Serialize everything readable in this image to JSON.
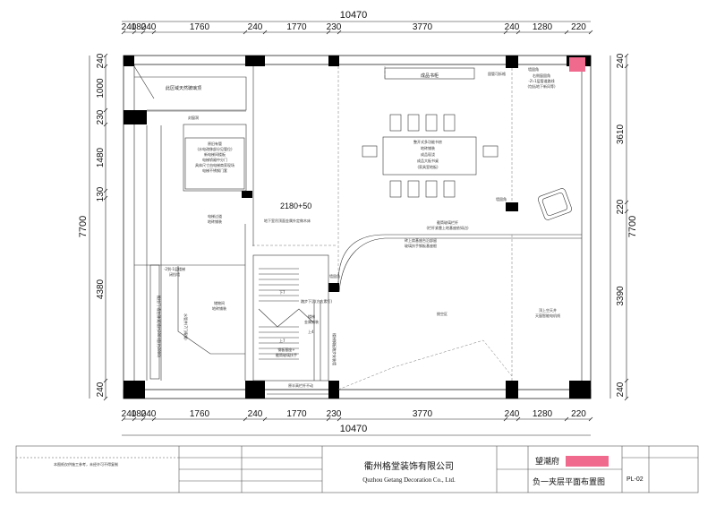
{
  "dimensions": {
    "top_total": "10470",
    "bottom_total": "10470",
    "top_segments": [
      "240",
      "180",
      "240",
      "1760",
      "240",
      "1770",
      "230",
      "3770",
      "240",
      "1280",
      "220"
    ],
    "bottom_segments": [
      "240",
      "180",
      "240",
      "1760",
      "240",
      "1770",
      "230",
      "3770",
      "240",
      "1280",
      "220"
    ],
    "left_total": "7700",
    "left_segments": [
      "240",
      "1000",
      "230",
      "1480",
      "130",
      "4380",
      "240"
    ],
    "right_total": "7700",
    "right_segments": [
      "240",
      "3610",
      "220",
      "3390",
      "240"
    ]
  },
  "labels": {
    "top_left_room": "此区域天然玻璃顶",
    "top_center": "成品书柜",
    "top_right_a": "固管可拆格",
    "top_right_b": "墙固角",
    "top_right_c": "右侧窗固角\n-2\\-1层管道路线\n(包括地下新风等)",
    "wall_niche": "封窗洞",
    "elevator": "原旧有管\n(水电改移部分见管位)\n新电梯间楼板\n电梯轿厢中分门\n具体尺寸由电梯商家现场\n电梯不锈钢门套",
    "table_area": "整开式多功能书房\n地砖铺装\n成品现浇\n成品大板书桌\n(家具室地板)",
    "bay_note": "墙固角",
    "height_note": "2180+50",
    "height_desc": "地下室吊顶面金属外定做木床",
    "elevator_lobby": "电梯过道\n地砖铺装",
    "railing": "截筒玻璃栏杆\n(栏杆紧靠上地基座依如边)",
    "storage": "储物间\n地砖铺装",
    "left_wall_a": "-2到-1层楼梯\n闭挡墙",
    "left_wall_b": "推拉门 墙左侧(距墙约280)墙(约2800)",
    "left_wall_c": "水管井(7门精钢)",
    "stair_up": "上7",
    "stair_down": "下7",
    "stair_mid": "踏步下沉(方志素钉)",
    "stair_rail": "楼梯\n金属铺装",
    "stair_base": "钢板基座+\n截筒玻璃扶手",
    "stair_side": "楼梯钢板踏步安装墙",
    "corner_c": "墙固角",
    "curve_note": "砖上扇基座台沿部留\n玻璃扶手钢板基座根",
    "void": "挑空区",
    "right_note": "顶上空天井\n天窗智能电机线",
    "bottom_note": "原半高栏杆不动",
    "to_right": "上4"
  },
  "title_block": {
    "company_cn": "衢州格堂装饰有限公司",
    "company_en": "Quzhou Getang Decoration Co., Ltd.",
    "project": "望潮府",
    "drawing_name": "负一夹层平面布置图",
    "drawing_no": "PL-02",
    "left_note": "本图纸仅供施工参考，未经许可不得复制"
  },
  "colors": {
    "wall": "#000000",
    "redacted": "#f06a8e",
    "stair": "#333333"
  }
}
